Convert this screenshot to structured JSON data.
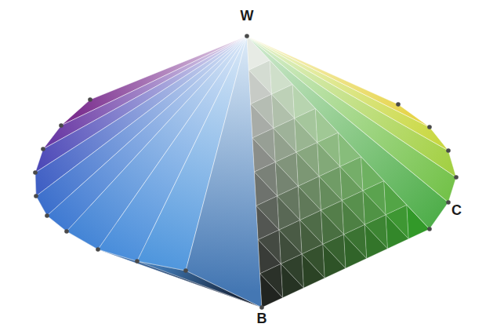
{
  "diagram": {
    "labels": [
      "W",
      "B",
      "C"
    ]
  }
}
